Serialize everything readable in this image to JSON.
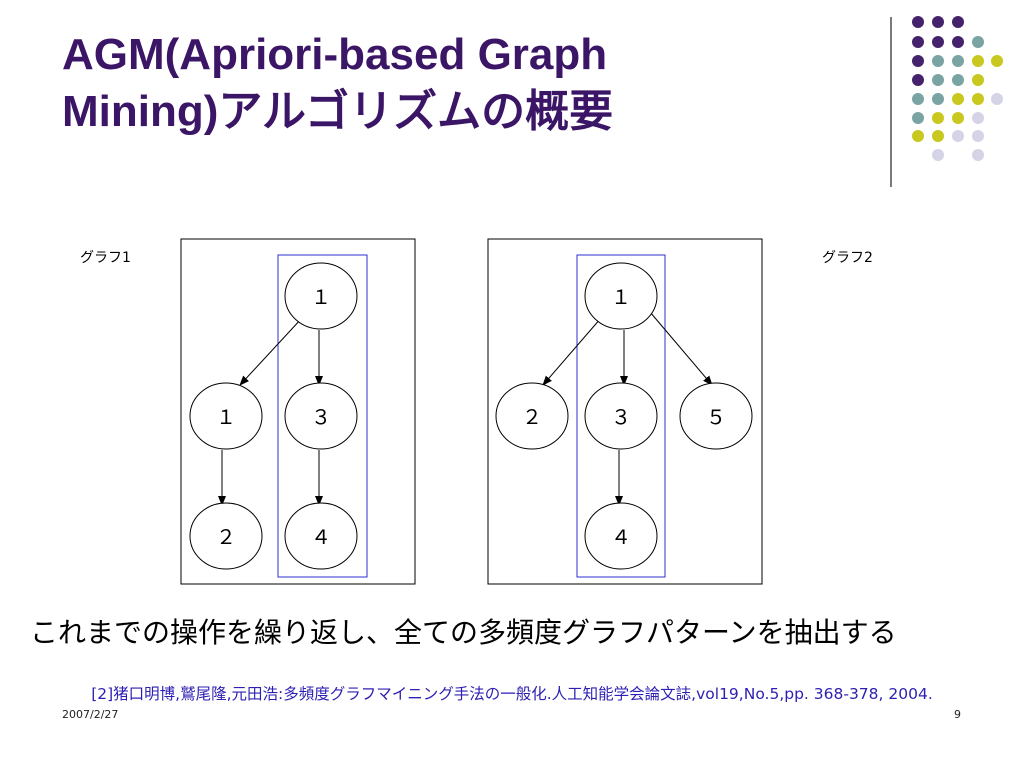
{
  "slide": {
    "title_line1": "AGM(Apriori-based Graph",
    "title_line2": "Mining)アルゴリズムの概要",
    "summary": "これまでの操作を繰り返し、全ての多頻度グラフパターンを抽出する",
    "reference": "[2]猪口明博,鷲尾隆,元田浩:多頻度グラフマイニング手法の一般化.人工知能学会論文誌,vol19,No.5,pp. 368-378, 2004.",
    "date": "2007/2/27",
    "page_number": "9"
  },
  "theme": {
    "title_color": "#3b1566",
    "dot_colors": {
      "purple": "#45226c",
      "teal": "#7aa3a3",
      "yellow": "#c9c81f",
      "lavender": "#d5d3e6"
    },
    "highlight_color": "#2f2fd0",
    "reference_color": "#2d1fb3"
  },
  "graph1": {
    "label": "グラフ1",
    "nodes": [
      {
        "id": "a",
        "label": "１"
      },
      {
        "id": "b",
        "label": "１"
      },
      {
        "id": "c",
        "label": "３"
      },
      {
        "id": "d",
        "label": "２"
      },
      {
        "id": "e",
        "label": "４"
      }
    ],
    "edges": [
      {
        "from": "a",
        "to": "b"
      },
      {
        "from": "a",
        "to": "c"
      },
      {
        "from": "b",
        "to": "d"
      },
      {
        "from": "c",
        "to": "e"
      }
    ]
  },
  "graph2": {
    "label": "グラフ2",
    "nodes": [
      {
        "id": "a",
        "label": "１"
      },
      {
        "id": "b",
        "label": "２"
      },
      {
        "id": "c",
        "label": "３"
      },
      {
        "id": "d",
        "label": "５"
      },
      {
        "id": "e",
        "label": "４"
      }
    ],
    "edges": [
      {
        "from": "a",
        "to": "b"
      },
      {
        "from": "a",
        "to": "c"
      },
      {
        "from": "a",
        "to": "d"
      },
      {
        "from": "c",
        "to": "e"
      }
    ]
  }
}
